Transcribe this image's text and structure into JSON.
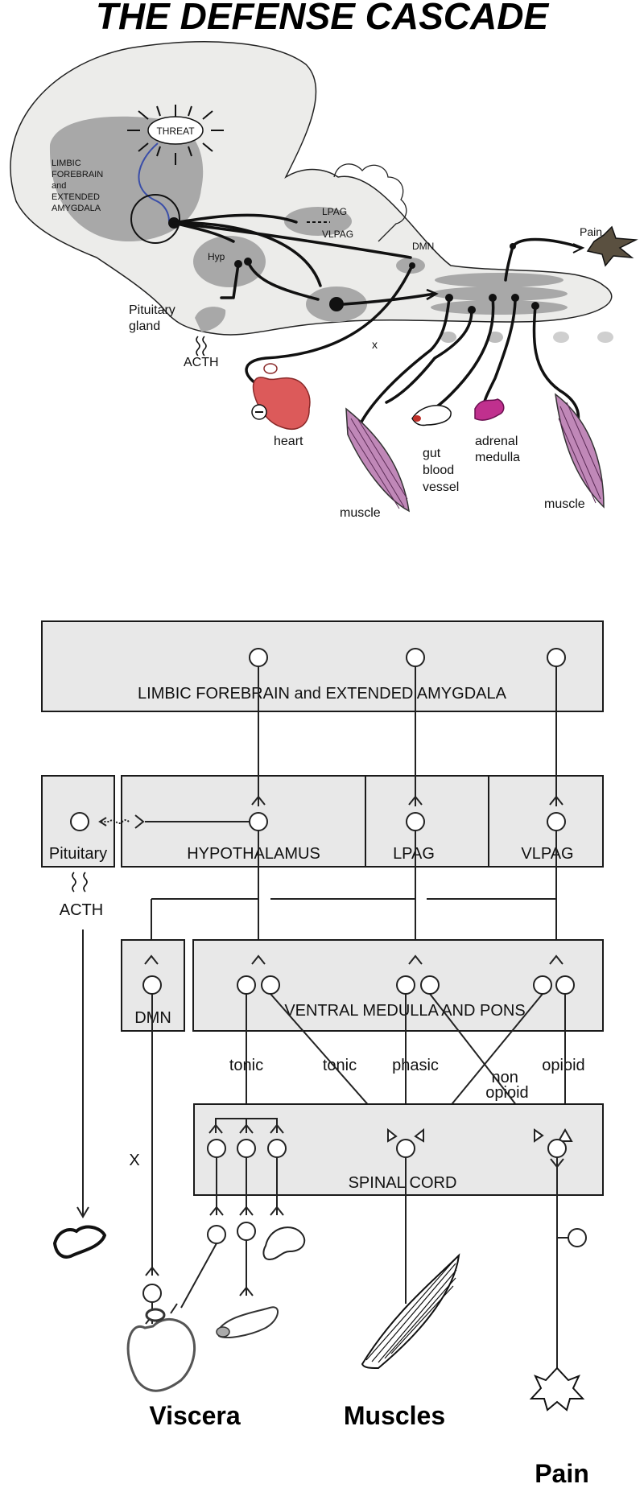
{
  "title": "THE DEFENSE CASCADE",
  "top_diagram": {
    "threat": "THREAT",
    "limbic": [
      "LIMBIC",
      "FOREBRAIN",
      "and",
      "EXTENDED",
      "AMYGDALA"
    ],
    "hyp": "Hyp",
    "lpag": "LPAG",
    "vlpag": "VLPAG",
    "dmn": "DMN",
    "pain": "Pain",
    "pituitary": [
      "Pituitary",
      "gland"
    ],
    "acth": "ACTH",
    "x_mark": "x",
    "heart": "heart",
    "muscle_left": "muscle",
    "muscle_right": "muscle",
    "gut": [
      "gut",
      "blood",
      "vessel"
    ],
    "adrenal": [
      "adrenal",
      "medulla"
    ]
  },
  "bottom_diagram": {
    "limbic_box": "LIMBIC FOREBRAIN and EXTENDED AMYGDALA",
    "pituitary_box": "Pituitary",
    "hypothalamus": "HYPOTHALAMUS",
    "lpag": "LPAG",
    "vlpag": "VLPAG",
    "acth": "ACTH",
    "dmn": "DMN",
    "medulla": "VENTRAL MEDULLA AND PONS",
    "spinal": "SPINAL CORD",
    "tonic1": "tonic",
    "tonic2": "tonic",
    "phasic": "phasic",
    "non_opioid": [
      "non",
      "opioid"
    ],
    "opioid": "opioid",
    "x_mark": "X",
    "viscera": "Viscera",
    "muscles": "Muscles",
    "pain": "Pain"
  },
  "colors": {
    "brain_fill": "#ececea",
    "region_gray": "#a8a8a8",
    "heart_red": "#dc5a5a",
    "muscle_purple": "#c088b8",
    "adrenal_magenta": "#c0308e",
    "limbic_blue": "#3a4ea8"
  }
}
